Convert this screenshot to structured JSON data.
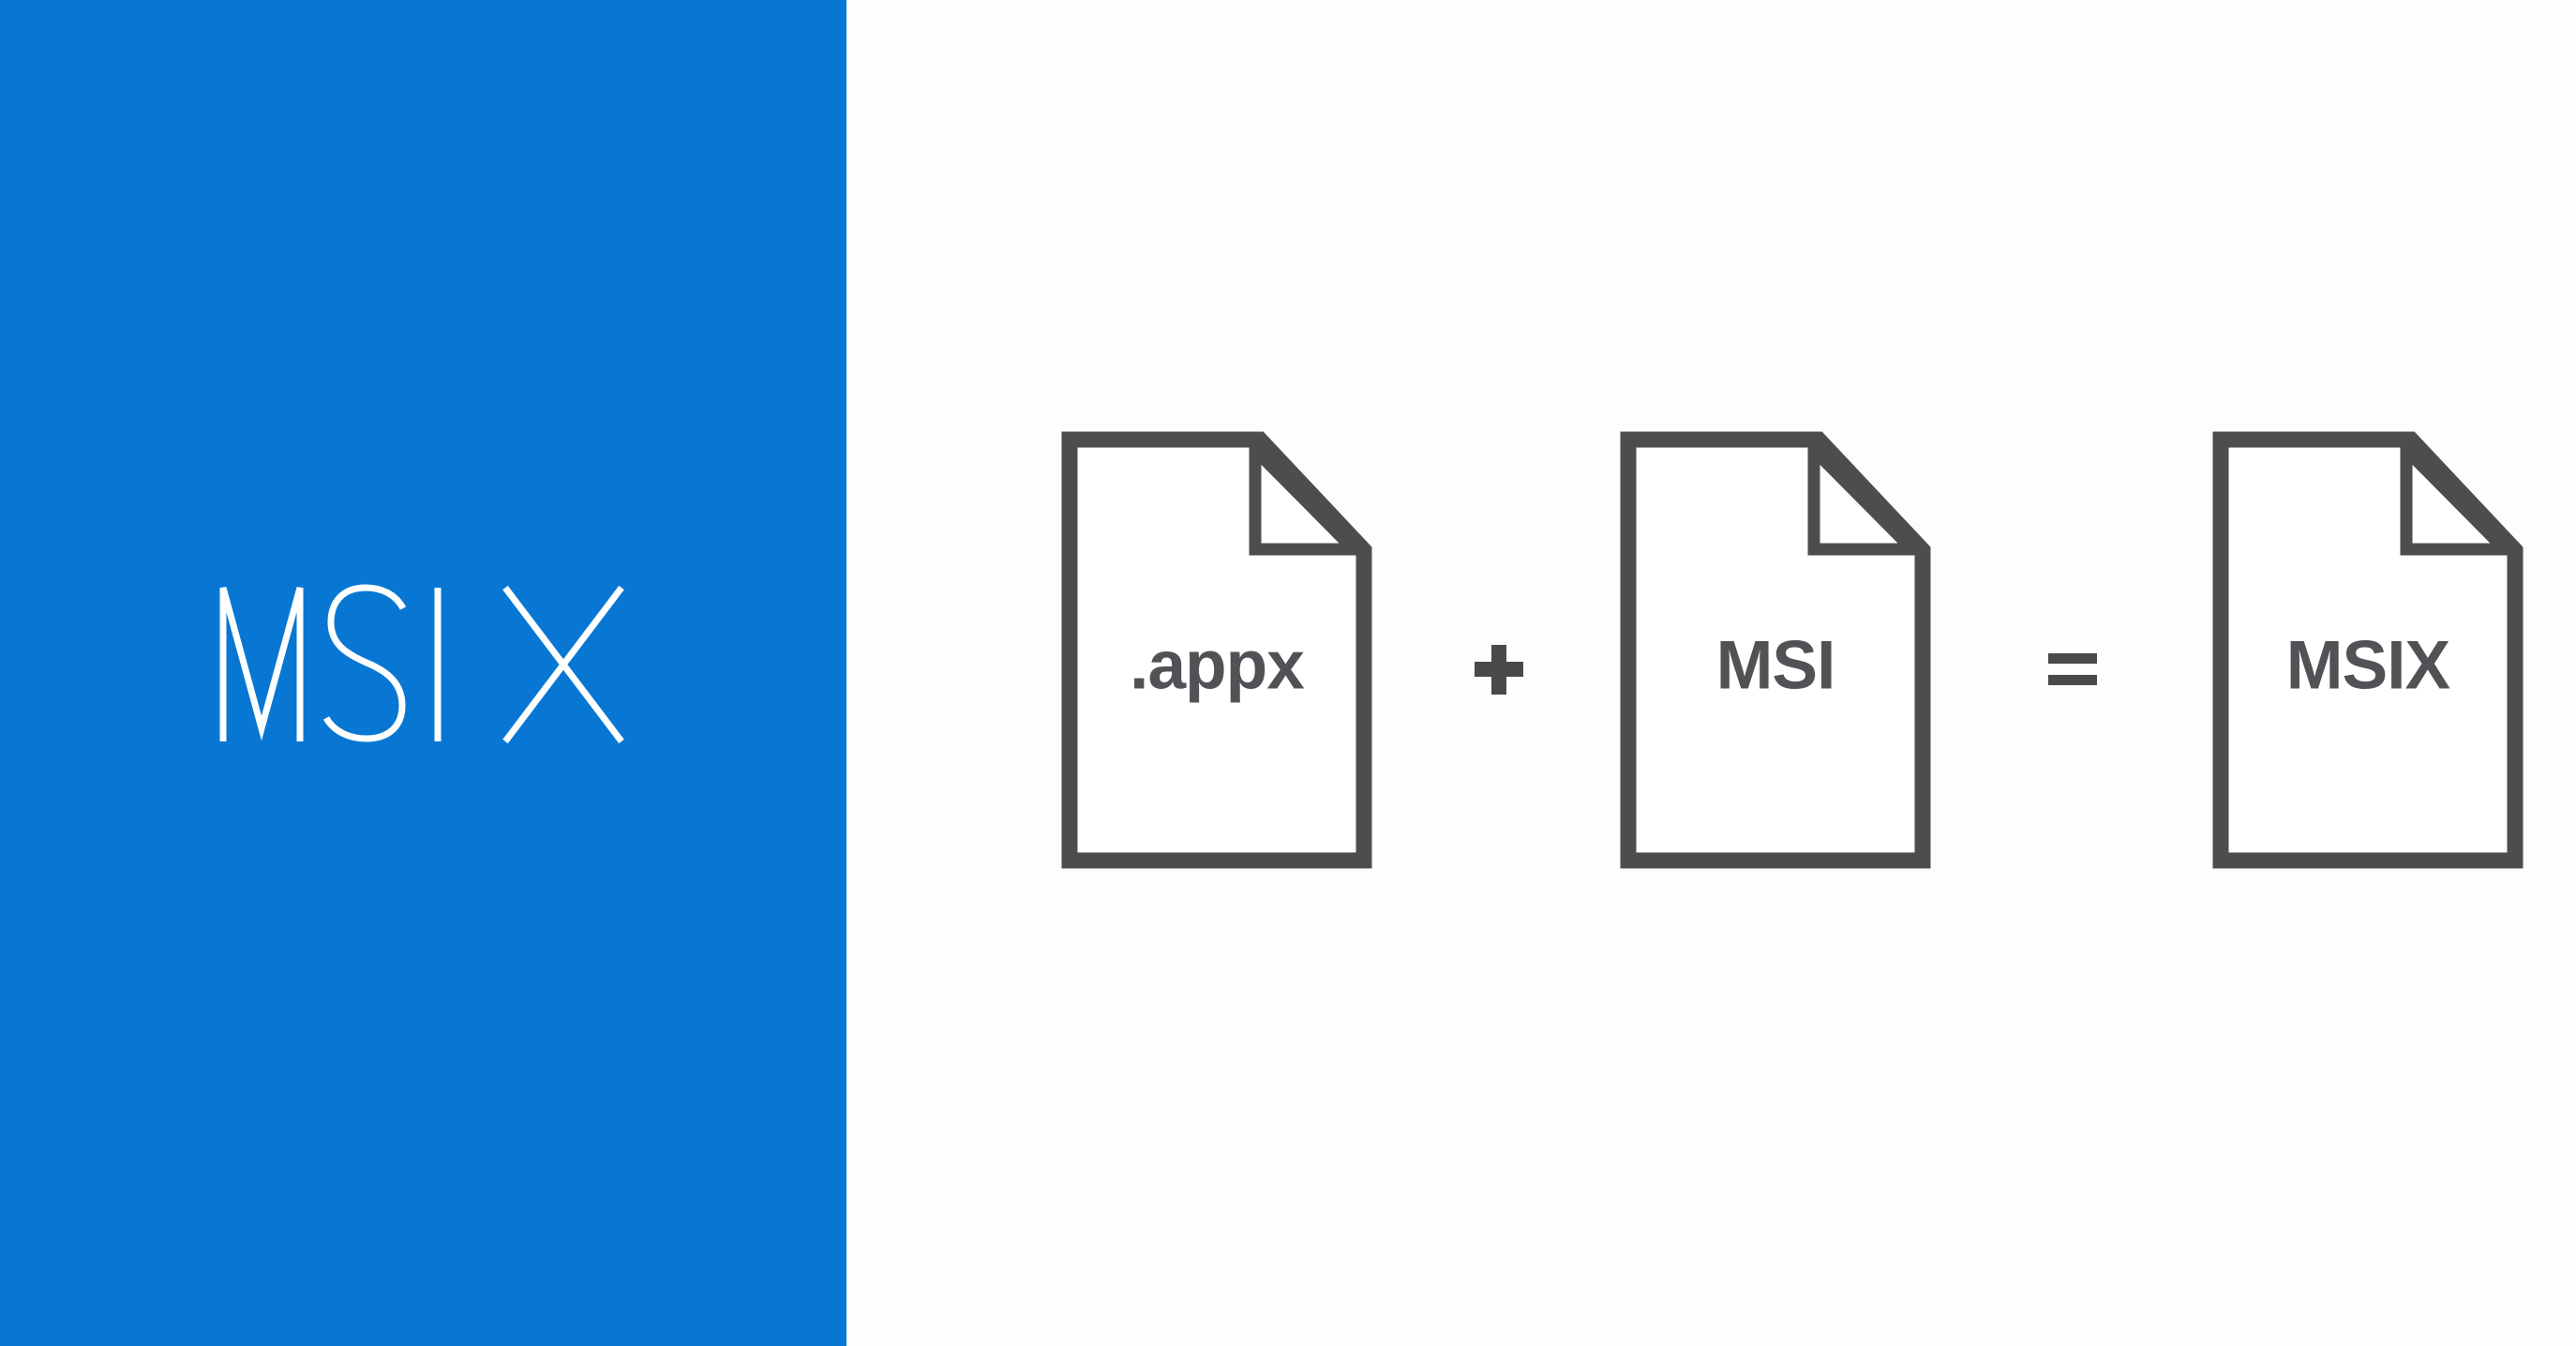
{
  "hero": {
    "title": "MSIX",
    "panel_color": "#0777d3",
    "text_color": "#ffffff"
  },
  "equation": {
    "files": [
      {
        "label": ".appx"
      },
      {
        "label": "MSI"
      },
      {
        "label": "MSIX"
      }
    ],
    "operators": {
      "plus": "+",
      "equals": "="
    },
    "icon_stroke_color": "#4c4d4f",
    "label_color": "#515255",
    "operator_color": "#48494b"
  }
}
